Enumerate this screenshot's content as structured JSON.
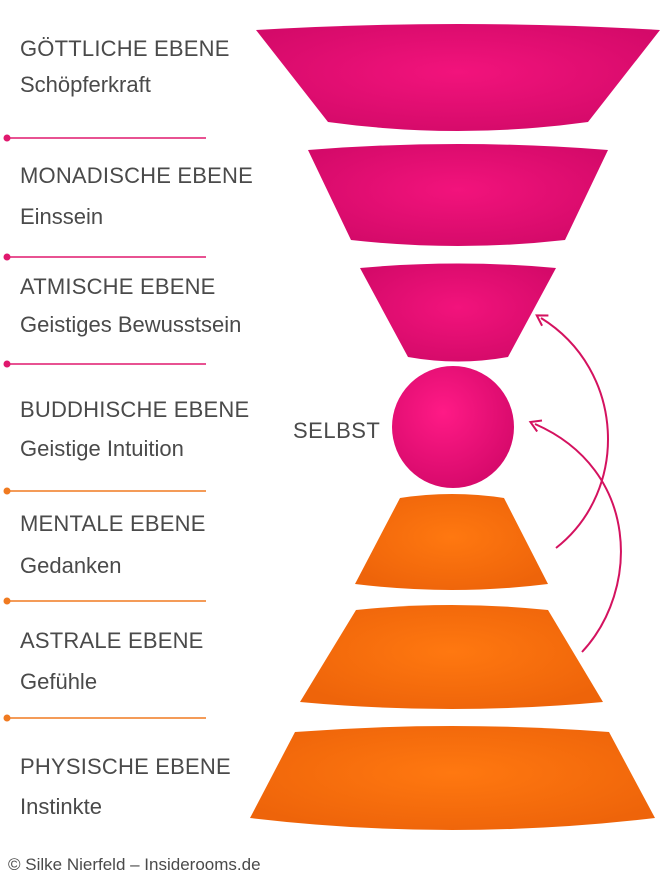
{
  "colors": {
    "magenta": "#dd0a6f",
    "magenta_light": "#f7107e",
    "orange": "#f56a0a",
    "orange_light": "#ff7a14",
    "text": "#4a4a4a",
    "line_magenta": "#e0186e",
    "line_orange": "#f07a20"
  },
  "levels": [
    {
      "title": "GÖTTLICHE EBENE",
      "subtitle": "Schöpferkraft",
      "color_group": "magenta"
    },
    {
      "title": "MONADISCHE EBENE",
      "subtitle": "Einssein",
      "color_group": "magenta"
    },
    {
      "title": "ATMISCHE EBENE",
      "subtitle": "Geistiges Bewusstsein",
      "color_group": "magenta"
    },
    {
      "title": "BUDDHISCHE EBENE",
      "subtitle": "Geistige Intuition",
      "color_group": "magenta"
    },
    {
      "title": "MENTALE EBENE",
      "subtitle": "Gedanken",
      "color_group": "orange"
    },
    {
      "title": "ASTRALE EBENE",
      "subtitle": "Gefühle",
      "color_group": "orange"
    },
    {
      "title": "PHYSISCHE EBENE",
      "subtitle": "Instinkte",
      "color_group": "orange"
    }
  ],
  "center_label": "SELBST",
  "copyright": "© Silke Nierfeld – Insiderooms.de"
}
